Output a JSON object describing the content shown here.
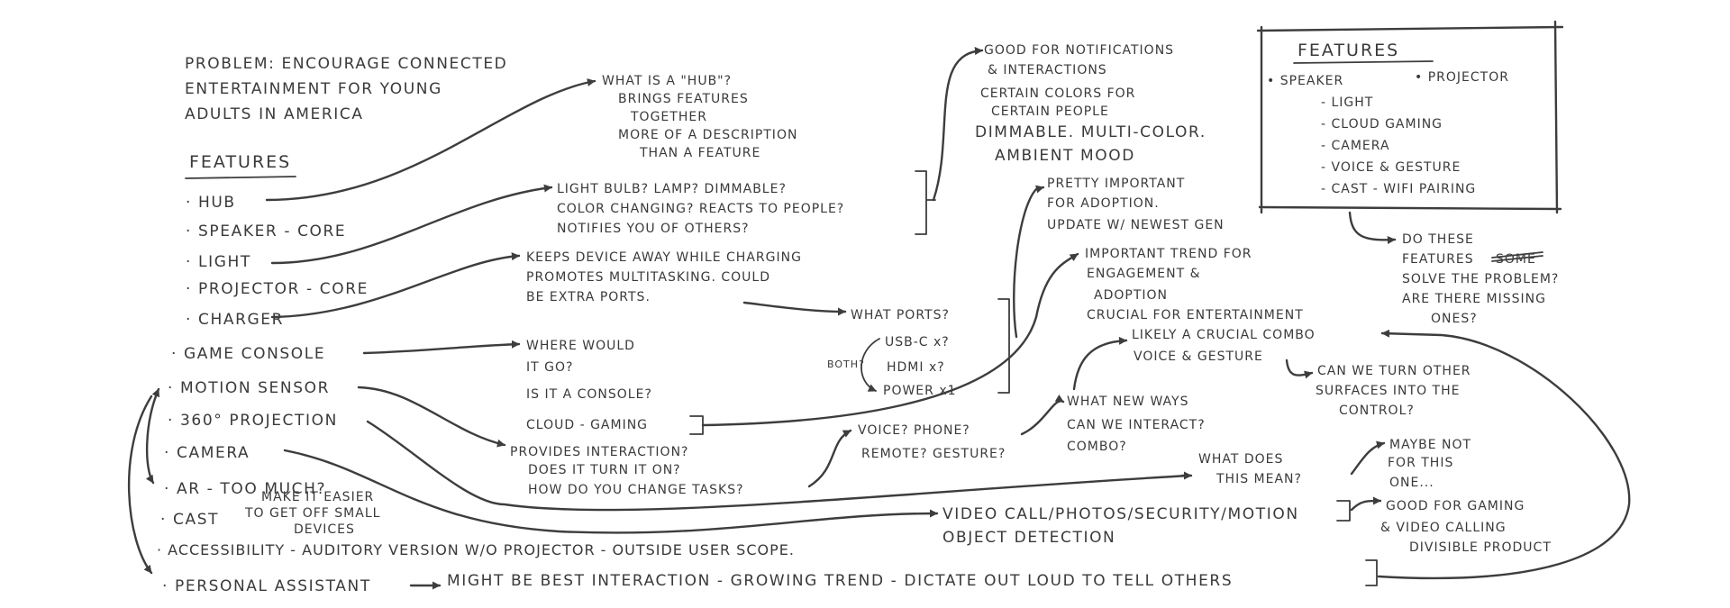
{
  "problem": [
    "PROBLEM: ENCOURAGE CONNECTED",
    "ENTERTAINMENT FOR YOUNG",
    "ADULTS IN AMERICA"
  ],
  "features_heading": "FEATURES",
  "features": [
    "· HUB",
    "· SPEAKER - CORE",
    "· LIGHT",
    "· PROJECTOR - CORE",
    "· CHARGER",
    "· GAME CONSOLE",
    "· MOTION SENSOR",
    "· 360° PROJECTION",
    "· CAMERA",
    "· AR - TOO MUCH?",
    "· CAST",
    "· ACCESSIBILITY - AUDITORY VERSION W/O PROJECTOR - OUTSIDE USER SCOPE.",
    "· PERSONAL ASSISTANT"
  ],
  "cast_note": [
    "MAKE IT EASIER",
    "TO GET OFF SMALL",
    "DEVICES"
  ],
  "hub_note": [
    "WHAT IS A \"HUB\"?",
    "BRINGS FEATURES",
    "TOGETHER",
    "MORE OF A DESCRIPTION",
    "THAN A FEATURE"
  ],
  "light_note": [
    "LIGHT BULB? LAMP? DIMMABLE?",
    "COLOR CHANGING? REACTS TO PEOPLE?",
    "NOTIFIES YOU OF OTHERS?"
  ],
  "light_bracket_note": [
    "GOOD FOR NOTIFICATIONS",
    "& INTERACTIONS",
    "CERTAIN COLORS FOR",
    "CERTAIN PEOPLE",
    "DIMMABLE. MULTI-COLOR.",
    "AMBIENT MOOD"
  ],
  "charger_note": [
    "KEEPS DEVICE AWAY WHILE CHARGING",
    "PROMOTES MULTITASKING. COULD",
    "BE EXTRA PORTS."
  ],
  "ports_question": "WHAT PORTS?",
  "ports": [
    "USB-C x?",
    "HDMI x?",
    "POWER x1"
  ],
  "ports_both": "BOTH?",
  "ports_note": [
    "PRETTY IMPORTANT",
    "FOR ADOPTION.",
    "UPDATE W/ NEWEST GEN"
  ],
  "console_note": [
    "WHERE WOULD",
    "IT GO?",
    "IS IT A CONSOLE?",
    "CLOUD - GAMING"
  ],
  "gaming_note": [
    "IMPORTANT TREND FOR",
    "ENGAGEMENT &",
    "ADOPTION",
    "CRUCIAL FOR ENTERTAINMENT"
  ],
  "projection_note": [
    "PROVIDES INTERACTION?",
    "DOES IT TURN IT ON?",
    "HOW DO YOU CHANGE TASKS?"
  ],
  "voice_note": [
    "VOICE? PHONE?",
    "REMOTE? GESTURE?"
  ],
  "interact_note": [
    "WHAT NEW WAYS",
    "CAN WE INTERACT?",
    "COMBO?"
  ],
  "combo_note": [
    "LIKELY A CRUCIAL COMBO",
    "VOICE & GESTURE"
  ],
  "surfaces_note": [
    "CAN WE TURN OTHER",
    "SURFACES INTO THE",
    "CONTROL?"
  ],
  "ar_note": [
    "WHAT DOES",
    "THIS MEAN?"
  ],
  "maybe_note": [
    "MAYBE NOT",
    "FOR THIS",
    "ONE..."
  ],
  "camera_note": [
    "VIDEO CALL/PHOTOS/SECURITY/MOTION",
    "OBJECT DETECTION"
  ],
  "camera_good_note": [
    "GOOD FOR GAMING",
    "& VIDEO CALLING",
    "DIVISIBLE PRODUCT"
  ],
  "assistant_note": "MIGHT BE BEST INTERACTION - GROWING TREND - DICTATE OUT LOUD TO TELL OTHERS",
  "box_title": "FEATURES",
  "box_items": [
    "• SPEAKER",
    "• PROJECTOR",
    "- LIGHT",
    "- CLOUD GAMING",
    "- CAMERA",
    "- VOICE & GESTURE",
    "- CAST - WIFI PAIRING"
  ],
  "box_question": [
    "DO THESE",
    "FEATURES",
    "SOLVE THE PROBLEM?",
    "ARE THERE MISSING",
    "ONES?"
  ],
  "box_question_crossed": "SOME"
}
